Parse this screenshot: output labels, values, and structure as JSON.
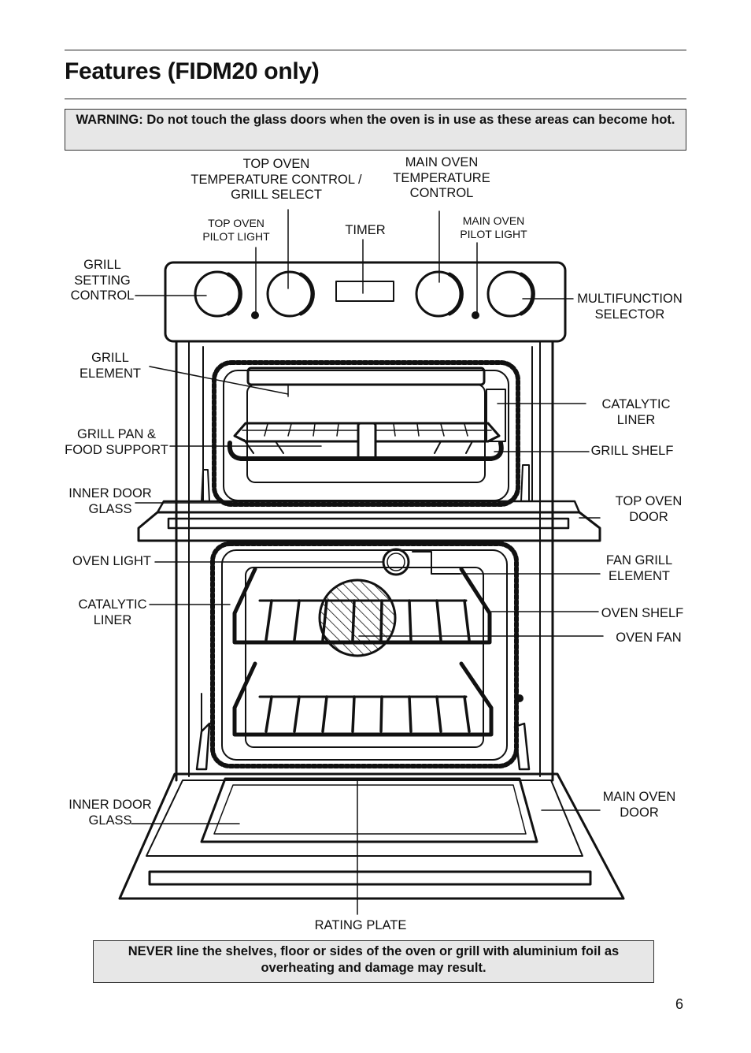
{
  "page": {
    "title": "Features  (FIDM20 only)",
    "warning": "WARNING: Do not touch the glass doors when the oven is in use as these areas can become hot.",
    "notice": "NEVER line the shelves, floor or sides of the oven or grill with aluminium foil as overheating and damage may result.",
    "page_number": "6"
  },
  "labels": {
    "top_oven_temp_control": "TOP OVEN\nTEMPERATURE CONTROL /\nGRILL SELECT",
    "main_oven_temp_control": "MAIN OVEN\nTEMPERATURE\nCONTROL",
    "top_oven_pilot_light": "TOP OVEN\nPILOT LIGHT",
    "timer": "TIMER",
    "main_oven_pilot_light": "MAIN OVEN\nPILOT LIGHT",
    "grill_setting_control": "GRILL\nSETTING\nCONTROL",
    "multifunction_selector": "MULTIFUNCTION\nSELECTOR",
    "grill_element": "GRILL\nELEMENT",
    "catalytic_liner_top": "CATALYTIC\nLINER",
    "grill_pan_food_support": "GRILL PAN &\nFOOD SUPPORT",
    "grill_shelf": "GRILL SHELF",
    "inner_door_glass_top": "INNER DOOR\nGLASS",
    "top_oven_door": "TOP OVEN\nDOOR",
    "oven_light": "OVEN LIGHT",
    "fan_grill_element": "FAN GRILL\nELEMENT",
    "catalytic_liner_main": "CATALYTIC\nLINER",
    "oven_shelf": "OVEN SHELF",
    "oven_fan": "OVEN FAN",
    "inner_door_glass_main": "INNER DOOR\nGLASS",
    "main_oven_door": "MAIN OVEN\nDOOR",
    "rating_plate": "RATING PLATE"
  }
}
